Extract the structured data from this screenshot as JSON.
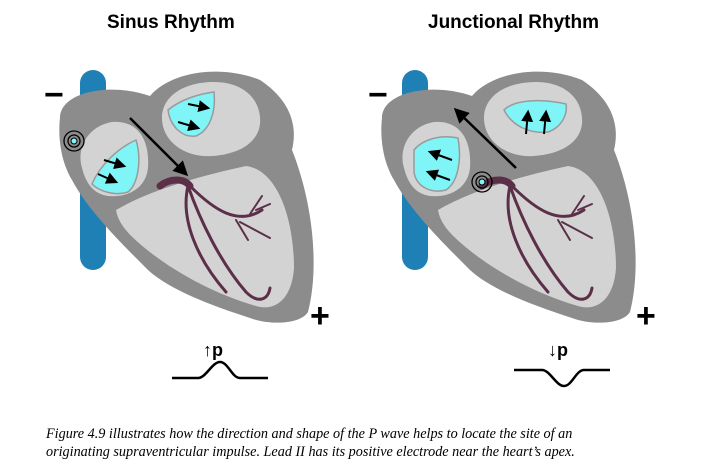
{
  "panels": [
    {
      "title": "Sinus Rhythm",
      "wave_label": "↑p",
      "pwave_direction": "upright",
      "pacemaker_site": "sinoatrial-node",
      "impulse_arrow": "down-right toward apex"
    },
    {
      "title": "Junctional Rhythm",
      "wave_label": "↓p",
      "pwave_direction": "inverted",
      "pacemaker_site": "av-junction",
      "impulse_arrow": "up-left toward atria"
    }
  ],
  "electrode_negative": "−",
  "electrode_positive": "+",
  "caption": {
    "line1": "Figure 4.9 illustrates how the direction and shape of the P wave helps to locate the site of an",
    "line2": "originating supraventricular impulse. Lead II has its positive electrode near the heart’s apex."
  },
  "colors": {
    "outer_wall": "#8c8c8c",
    "chamber": "#d3d3d3",
    "atrium_fill": "#7ff5f8",
    "vessel": "#1f80b5",
    "conduction": "#5c2f48",
    "arrow": "#000000"
  }
}
